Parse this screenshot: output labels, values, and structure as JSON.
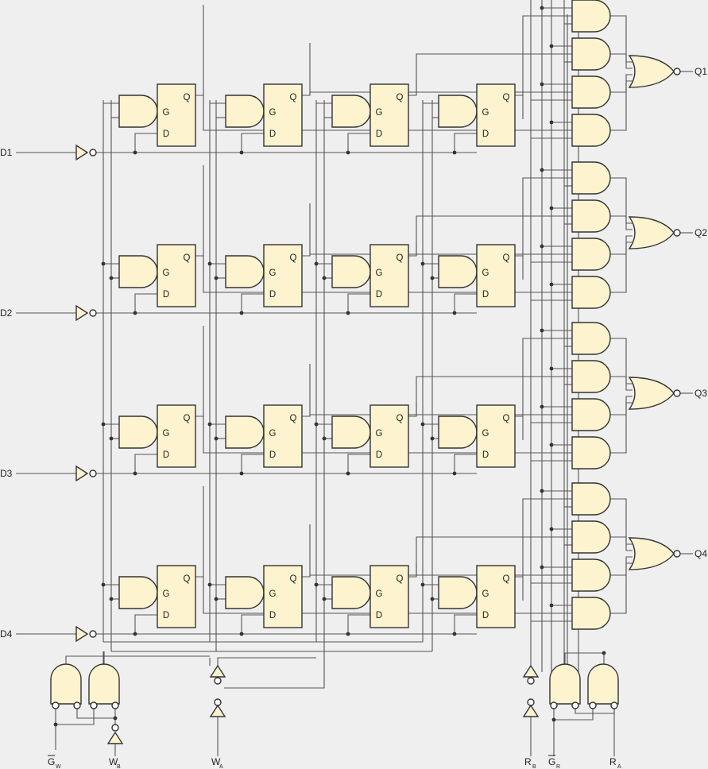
{
  "data_inputs": [
    "D1",
    "D2",
    "D3",
    "D4"
  ],
  "data_outputs": [
    "Q1",
    "Q2",
    "Q3",
    "Q4"
  ],
  "latch_pins": {
    "q": "Q",
    "g": "G",
    "d": "D"
  },
  "control_inputs": [
    {
      "main": "G",
      "sub": "W",
      "overbar": true
    },
    {
      "main": "W",
      "sub": "B",
      "overbar": false
    },
    {
      "main": "W",
      "sub": "A",
      "overbar": false
    },
    {
      "main": "R",
      "sub": "B",
      "overbar": false
    },
    {
      "main": "G",
      "sub": "R",
      "overbar": true
    },
    {
      "main": "R",
      "sub": "A",
      "overbar": false
    }
  ],
  "grid": {
    "rows": 4,
    "columns": 4
  }
}
